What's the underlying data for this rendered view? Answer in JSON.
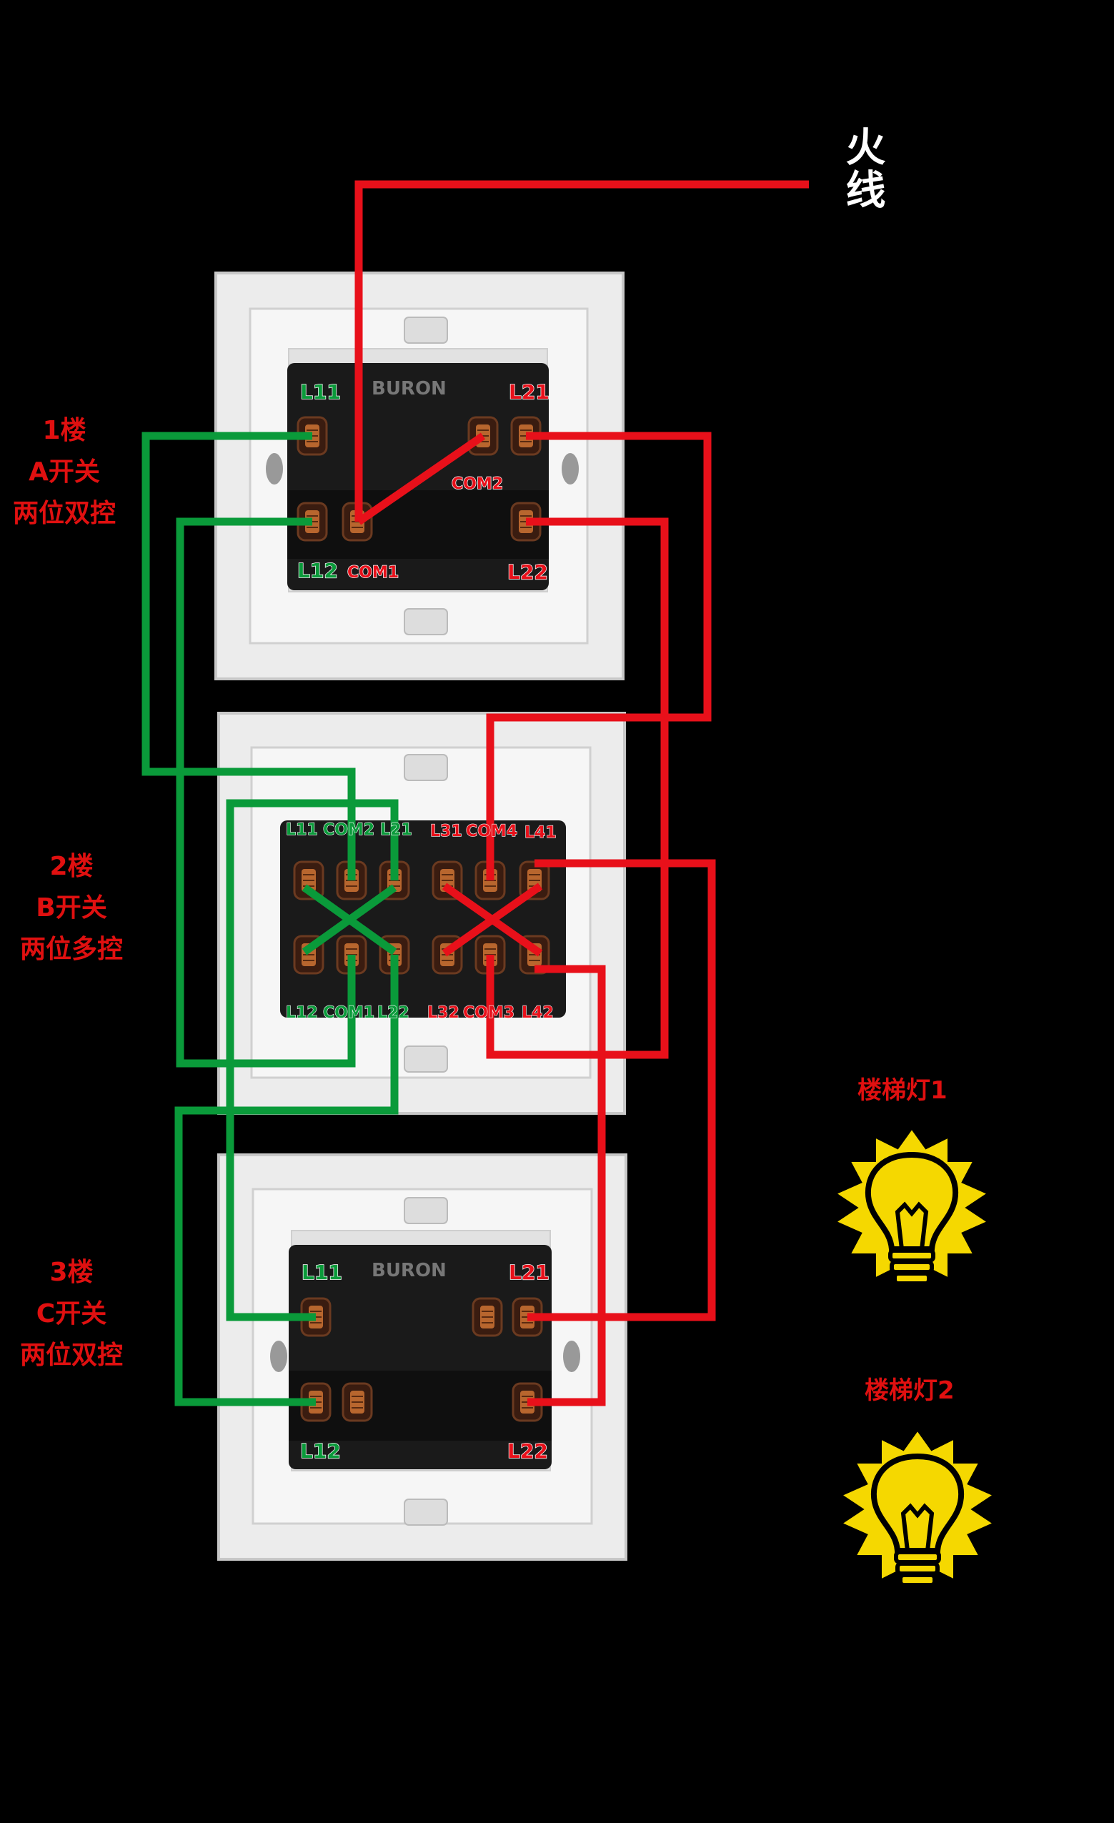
{
  "live_wire_label": "火线",
  "colors": {
    "live": "#e8101a",
    "green": "#0a9a3a",
    "lamp": "#f5d800",
    "panel": "#ececec",
    "module": "#1a1a1a"
  },
  "floors": [
    {
      "line1": "1楼",
      "line2": "A开关",
      "line3": "两位双控"
    },
    {
      "line1": "2楼",
      "line2": "B开关",
      "line3": "两位多控"
    },
    {
      "line1": "3楼",
      "line2": "C开关",
      "line3": "两位双控"
    }
  ],
  "switch_a": {
    "l11": "L11",
    "l21": "L21",
    "l12": "L12",
    "l22": "L22",
    "com1": "COM1",
    "com2": "COM2",
    "brand": "BURON"
  },
  "switch_b": {
    "l11": "L11",
    "com2": "COM2",
    "l21": "L21",
    "l31": "L31",
    "com4": "COM4",
    "l41": "L41",
    "l12": "L12",
    "com1": "COM1",
    "l22": "L22",
    "l32": "L32",
    "com3": "COM3",
    "l42": "L42"
  },
  "switch_c": {
    "l11": "L11",
    "l21": "L21",
    "l12": "L12",
    "l22": "L22",
    "brand": "BURON"
  },
  "lamps": [
    {
      "label": "楼梯灯1"
    },
    {
      "label": "楼梯灯2"
    }
  ]
}
